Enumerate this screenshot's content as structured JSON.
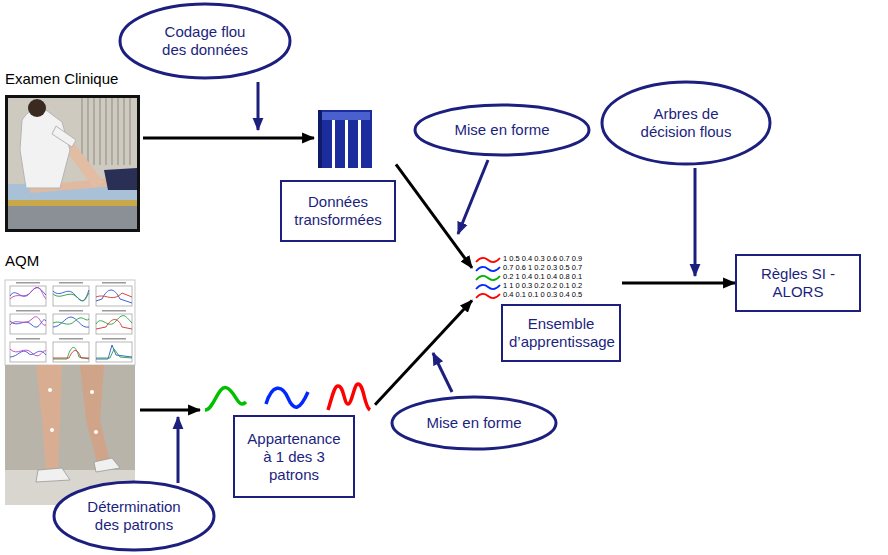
{
  "diagram": {
    "nodes": [
      {
        "text": [
          "Codage flou des données"
        ]
      },
      {
        "text": [
          "Données transformées"
        ]
      },
      {
        "text": [
          "Mise en forme"
        ]
      },
      {
        "text": [
          "Arbres de décision flous"
        ]
      },
      {
        "text": [
          "Ensemble d’apprentissage"
        ]
      },
      {
        "text": [
          "Règles SI - ALORS"
        ]
      },
      {
        "text": [
          "Appartenance à 1 des 3 patrons"
        ]
      },
      {
        "text": [
          "Mise en forme"
        ]
      },
      {
        "text": [
          "Détermination des patrons"
        ]
      }
    ],
    "edges": [
      {
        "from": 1,
        "to": 4,
        "arrow": "to"
      },
      {
        "from": 6,
        "to": 4,
        "arrow": "to"
      },
      {
        "from": 4,
        "to": 5,
        "arrow": "to"
      }
    ],
    "labels": [
      "Examen Clinique",
      "AQM",
      "1 0.5 0.4 0.3 0.6 0.7 0.9",
      "0.7 0.6 1 0.2 0.3 0.5 0.7",
      "0.2 1 0.4 0.1 0.4 0.8 0.1",
      "1 1 0 0.3 0.2 0.2 0.1 0.2",
      "0.4 0.1 0.1 0 0.3 0.4 0.5"
    ]
  }
}
